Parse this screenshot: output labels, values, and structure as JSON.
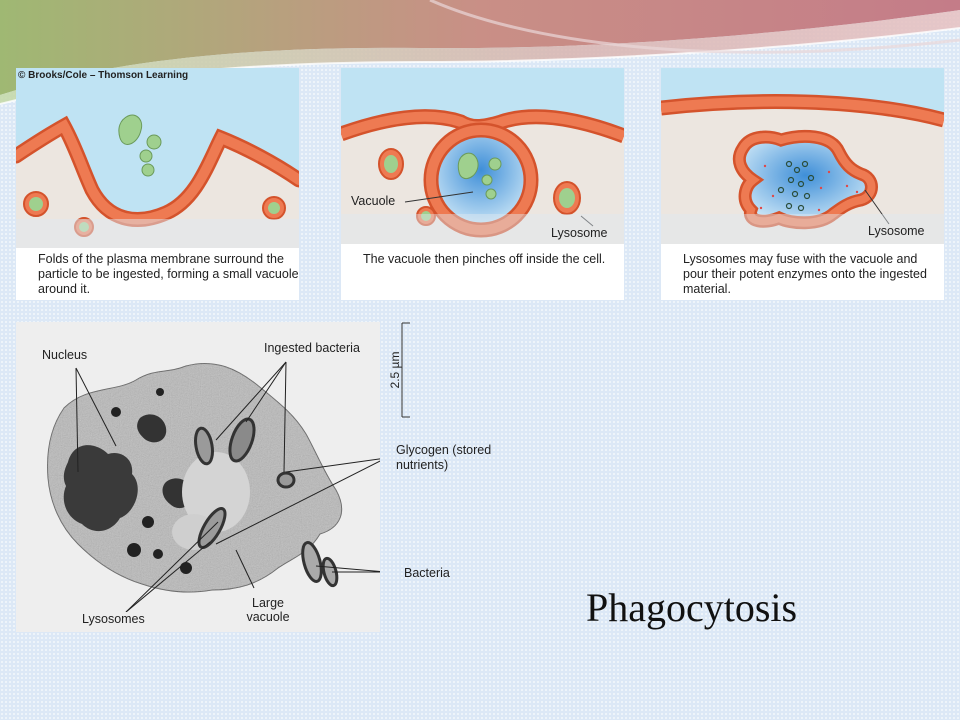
{
  "slide": {
    "title": "Phagocytosis",
    "copyright": "© Brooks/Cole – Thomson Learning"
  },
  "panels": [
    {
      "caption": "Folds of the plasma membrane surround the particle to be ingested, forming a small vacuole around it.",
      "labels": []
    },
    {
      "caption": "The vacuole then pinches off inside the cell.",
      "labels": [
        "Vacuole",
        "Lysosome"
      ]
    },
    {
      "caption": "Lysosomes may fuse with the vacuole and pour their potent enzymes onto the ingested material.",
      "labels": [
        "Lysosome"
      ]
    }
  ],
  "micrograph": {
    "labels": {
      "nucleus": "Nucleus",
      "ingested_bacteria": "Ingested bacteria",
      "glycogen": "Glycogen (stored nutrients)",
      "bacteria": "Bacteria",
      "large_vacuole": "Large vacuole",
      "lysosomes": "Lysosomes"
    },
    "scale": "2.5 µm"
  },
  "colors": {
    "membrane": "#ee7a52",
    "membrane_dark": "#d4532c",
    "extracellular": "#bfe3f3",
    "cytoplasm": "#ece6e0",
    "particle": "#9fd08e",
    "vacuole": "#6aaee0"
  }
}
